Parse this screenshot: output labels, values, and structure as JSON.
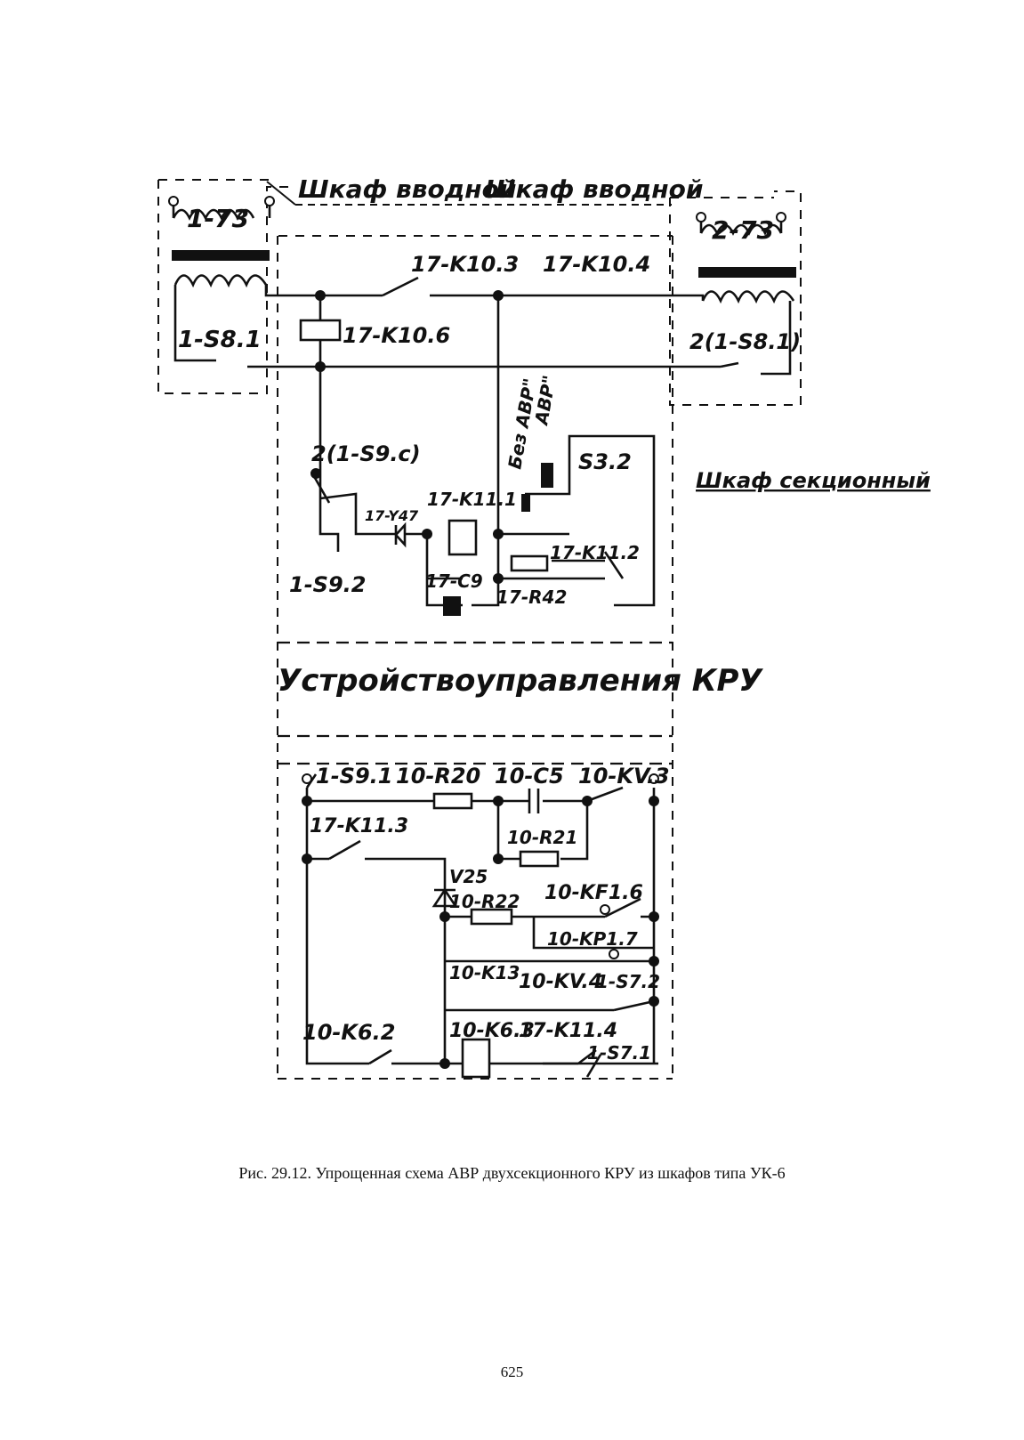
{
  "labels": {
    "cab_in_1": "Шкаф вводной",
    "cab_in_2": "Шкаф вводной",
    "cab_sec": "Шкаф секционный",
    "control": "Устройствоуправления КРУ",
    "t1": "1-73",
    "t2": "2-73",
    "s81": "1-S8.1",
    "s81b": "2(1-S8.1)",
    "k103": "17-K10.3",
    "k104": "17-K10.4",
    "k106": "17-K10.6",
    "bez_avr": "Без АВР\"",
    "avr": "АВР\"",
    "s32": "S3.2",
    "s9c": "2(1-S9.c)",
    "k111": "17-K11.1",
    "y47": "17-Y47",
    "s92": "1-S9.2",
    "c9": "17-C9",
    "k112": "17-K11.2",
    "r42": "17-R42",
    "s91": "1-S9.1",
    "r20": "10-R20",
    "c5": "10-C5",
    "kv3": "10-KV.3",
    "k113": "17-K11.3",
    "r21": "10-R21",
    "v25": "V25",
    "r22": "10-R22",
    "kf16": "10-KF1.6",
    "kp17": "10-KP1.7",
    "k13": "10-K13",
    "kv4": "10-KV.4",
    "s72": "1-S7.2",
    "k62": "10-K6.2",
    "k63": "10-K6.3",
    "k114": "17-K11.4",
    "s71": "1-S7.1"
  },
  "caption": "Рис. 29.12. Упрощенная схема АВР двухсекционного КРУ из шкафов типа УК-6",
  "page_number": "625"
}
